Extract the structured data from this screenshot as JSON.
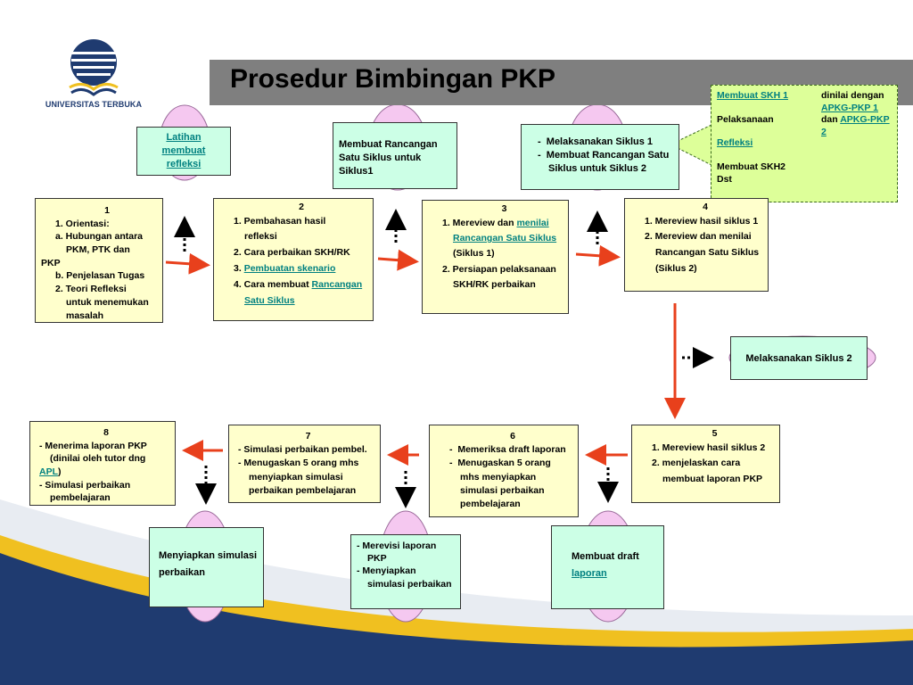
{
  "brand": {
    "university": "UNIVERSITAS TERBUKA"
  },
  "title": "Prosedur Bimbingan PKP",
  "colors": {
    "title_bar": "#7f7f7f",
    "box_yellow": "#ffffcc",
    "box_green": "#ccffe6",
    "callout": "#ddff99",
    "link": "#008080",
    "arrow_red": "#e8401c",
    "oval": "#f5c8f0",
    "footer_navy": "#1f3b70",
    "footer_gold": "#f0c020"
  },
  "top_boxes": {
    "latihan": {
      "l1": "Latihan",
      "l2": "membuat",
      "l3": "refleksi"
    },
    "rancangan": {
      "l1": "Membuat Rancangan",
      "l2": "Satu Siklus untuk",
      "l3": "Siklus1"
    },
    "melaksanakan": {
      "l1": "Melaksanakan Siklus 1",
      "l2": "Membuat Rancangan Satu",
      "l3": "Siklus untuk Siklus 2"
    }
  },
  "callout": {
    "l1": "Membuat SKH 1",
    "l2": "Pelaksanaan",
    "l3": "Refleksi",
    "l4": "Membuat SKH2",
    "l5": "Dst",
    "r1": "dinilai dengan",
    "r2": "APKG-PKP 1",
    "r3_prefix": "dan",
    "r3_link": "APKG-PKP",
    "r4": "2"
  },
  "steps": {
    "s1": {
      "num": "1",
      "a": "1. Orientasi:",
      "b": "a. Hubungan antara",
      "c": "PKM, PTK dan",
      "d": "PKP",
      "e": "b. Penjelasan Tugas",
      "f": "2. Teori Refleksi",
      "g": "untuk menemukan",
      "h": "masalah"
    },
    "s2": {
      "num": "2",
      "a": "1. Pembahasan hasil",
      "b": "refleksi",
      "c": "2. Cara perbaikan SKH/RK",
      "d_prefix": "3.",
      "d_link": "Pembuatan skenario",
      "e_prefix": "4. Cara membuat",
      "e_link": "Rancangan",
      "f_link": "Satu Siklus"
    },
    "s3": {
      "num": "3",
      "a_prefix": "1. Mereview  dan",
      "a_link": "menilai",
      "b_link": "Rancangan Satu Siklus",
      "c": "(Siklus 1)",
      "d": "2. Persiapan pelaksanaan",
      "e": "SKH/RK perbaikan"
    },
    "s4": {
      "num": "4",
      "a": "1. Mereview hasil siklus 1",
      "b": "2. Mereview  dan menilai",
      "c": "Rancangan Satu Siklus",
      "d": "(Siklus 2)"
    },
    "s5": {
      "num": "5",
      "a": "1. Mereview hasil siklus 2",
      "b": "2. menjelaskan cara",
      "c": "membuat laporan PKP"
    },
    "s6": {
      "num": "6",
      "a": "Memeriksa draft laporan",
      "b": "Menugaskan 5 orang",
      "c": "mhs menyiapkan",
      "d": "simulasi perbaikan",
      "e": "pembelajaran"
    },
    "s7": {
      "num": "7",
      "a": "- Simulasi perbaikan pembel.",
      "b": "- Menugaskan 5 orang mhs",
      "c": "menyiapkan simulasi",
      "d": "perbaikan  pembelajaran"
    },
    "s8": {
      "num": "8",
      "a": "- Menerima laporan PKP",
      "b": "(dinilai oleh tutor dng",
      "c_link": "APL",
      "c_suffix": ")",
      "d": "- Simulasi perbaikan",
      "e": "pembelajaran"
    }
  },
  "side_boxes": {
    "siklus2": "Melaksanakan Siklus 2",
    "draft": {
      "l1": "Membuat draft",
      "l2_link": "laporan"
    },
    "merevisi": {
      "l1": "- Merevisi laporan",
      "l2": "PKP",
      "l3": "- Menyiapkan",
      "l4": "simulasi perbaikan"
    },
    "simulasi": {
      "l1": "Menyiapkan simulasi",
      "l2": "perbaikan"
    }
  }
}
